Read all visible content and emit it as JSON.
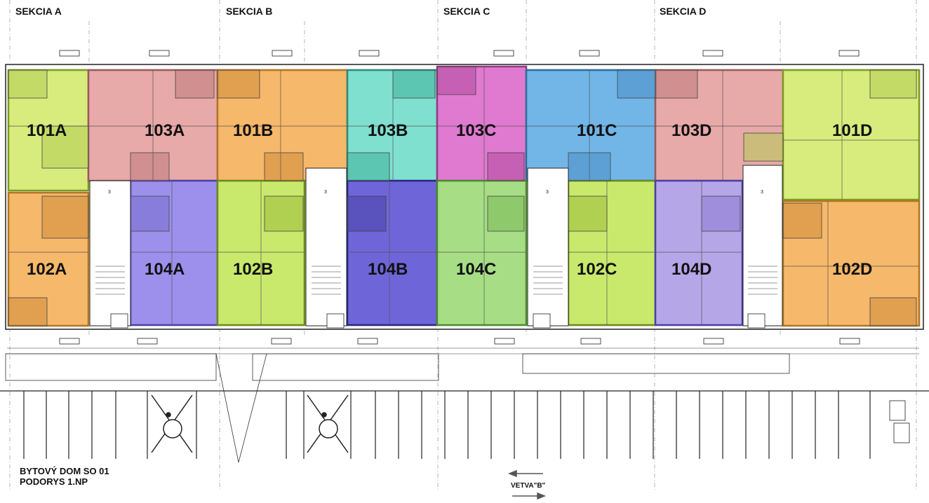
{
  "sections": [
    "SEKCIA A",
    "SEKCIA B",
    "SEKCIA C",
    "SEKCIA D"
  ],
  "footer": {
    "line1": "BYTOVÝ DOM SO 01",
    "line2": "PODORYS 1.NP"
  },
  "road_label": "VETVA\"B\"",
  "stair_room": "3",
  "colors": {
    "lime": "#d7ec7c",
    "salmon": "#e8a9a9",
    "orange": "#f6b86a",
    "teal": "#7fe0cf",
    "magenta": "#e07ad0",
    "blue": "#72b6e8",
    "purple": "#9c90ec",
    "green": "#a7de85",
    "indigo": "#6e66d8",
    "yellowgreen": "#c8e96b",
    "lavender": "#b5a6e8"
  },
  "units": [
    {
      "id": "101A",
      "color": "lime"
    },
    {
      "id": "103A",
      "color": "salmon"
    },
    {
      "id": "101B",
      "color": "orange"
    },
    {
      "id": "103B",
      "color": "teal"
    },
    {
      "id": "103C",
      "color": "magenta"
    },
    {
      "id": "101C",
      "color": "blue"
    },
    {
      "id": "103D",
      "color": "salmon"
    },
    {
      "id": "101D",
      "color": "lime"
    },
    {
      "id": "102A",
      "color": "orange"
    },
    {
      "id": "104A",
      "color": "purple"
    },
    {
      "id": "102B",
      "color": "yellowgreen"
    },
    {
      "id": "104B",
      "color": "indigo"
    },
    {
      "id": "104C",
      "color": "green"
    },
    {
      "id": "102C",
      "color": "yellowgreen"
    },
    {
      "id": "104D",
      "color": "lavender"
    },
    {
      "id": "102D",
      "color": "orange"
    }
  ]
}
